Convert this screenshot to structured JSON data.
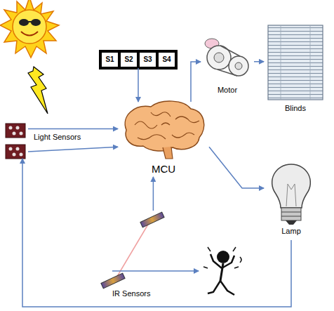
{
  "diagram": {
    "nodes": [
      {
        "text": [
          "S1"
        ]
      },
      {
        "text": [
          "S2"
        ]
      },
      {
        "text": [
          "S3"
        ]
      },
      {
        "text": [
          "S4"
        ]
      },
      {
        "text": [
          "Light Sensors"
        ]
      },
      {
        "text": [
          "MCU"
        ]
      },
      {
        "text": [
          "Motor"
        ]
      },
      {
        "text": [
          "Blinds"
        ]
      },
      {
        "text": [
          "Lamp"
        ]
      },
      {
        "text": [
          "IR Sensors"
        ]
      }
    ],
    "edges": [
      {
        "from": 1,
        "to": 5,
        "arrow": "to"
      },
      {
        "from": 4,
        "to": 5,
        "arrow": "to"
      },
      {
        "from": 4,
        "to": 5,
        "arrow": "to"
      },
      {
        "from": 5,
        "to": 6,
        "arrow": "to"
      },
      {
        "from": 6,
        "to": 7,
        "arrow": "to"
      },
      {
        "from": 5,
        "to": 8,
        "arrow": "to"
      },
      {
        "from": 9,
        "to": 5,
        "arrow": "to"
      },
      {
        "from": 8,
        "to": 4,
        "arrow": "to"
      }
    ]
  }
}
